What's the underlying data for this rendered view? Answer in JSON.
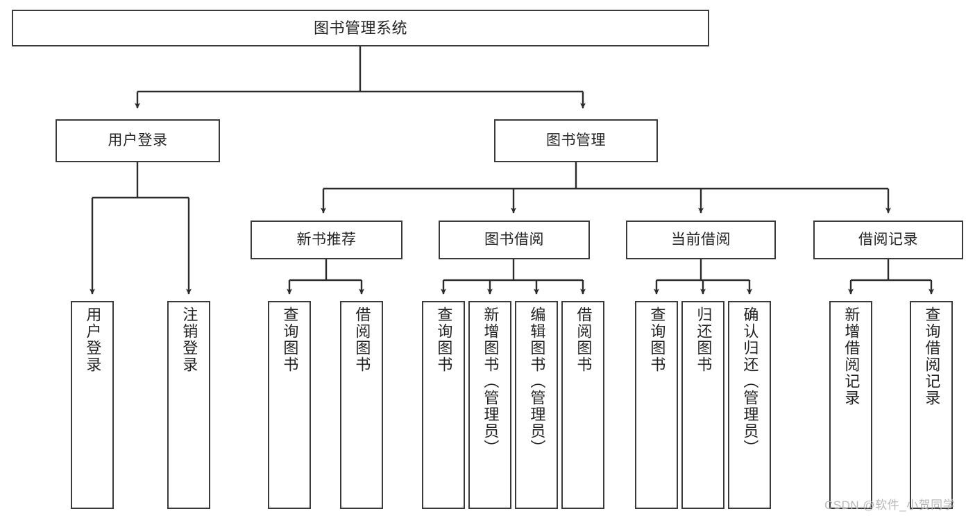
{
  "diagram": {
    "type": "hierarchy-tree",
    "title": "图书管理系统",
    "watermark": "CSDN @软件_小贺同学",
    "colors": {
      "node_border": "#3a3a3a",
      "node_fill": "#ffffff",
      "edge": "#2b2b2b",
      "text": "#232323",
      "watermark": "#b8b8b8"
    },
    "levels": {
      "level1": [
        {
          "id": "root",
          "label": "图书管理系统"
        }
      ],
      "level2": [
        {
          "id": "user-login",
          "label": "用户登录",
          "parent": "root"
        },
        {
          "id": "book-manage",
          "label": "图书管理",
          "parent": "root"
        }
      ],
      "level3": [
        {
          "id": "new-book-recommend",
          "label": "新书推荐",
          "parent": "book-manage"
        },
        {
          "id": "book-borrow",
          "label": "图书借阅",
          "parent": "book-manage"
        },
        {
          "id": "current-borrow",
          "label": "当前借阅",
          "parent": "book-manage"
        },
        {
          "id": "borrow-record",
          "label": "借阅记录",
          "parent": "book-manage"
        }
      ],
      "leaves": [
        {
          "id": "leaf-user-login",
          "label": "用户登录",
          "parent": "user-login"
        },
        {
          "id": "leaf-logout-login",
          "label": "注销登录",
          "parent": "user-login"
        },
        {
          "id": "leaf-query-book-1",
          "label": "查询图书",
          "parent": "new-book-recommend"
        },
        {
          "id": "leaf-borrow-book-1",
          "label": "借阅图书",
          "parent": "new-book-recommend"
        },
        {
          "id": "leaf-query-book-2",
          "label": "查询图书",
          "parent": "book-borrow"
        },
        {
          "id": "leaf-add-book",
          "label": "新增图书（管理员）",
          "parent": "book-borrow"
        },
        {
          "id": "leaf-edit-book",
          "label": "编辑图书（管理员）",
          "parent": "book-borrow"
        },
        {
          "id": "leaf-borrow-book-2",
          "label": "借阅图书",
          "parent": "book-borrow"
        },
        {
          "id": "leaf-query-book-3",
          "label": "查询图书",
          "parent": "current-borrow"
        },
        {
          "id": "leaf-return-book",
          "label": "归还图书",
          "parent": "current-borrow"
        },
        {
          "id": "leaf-confirm-return",
          "label": "确认归还（管理员）",
          "parent": "current-borrow"
        },
        {
          "id": "leaf-add-record",
          "label": "新增借阅记录",
          "parent": "borrow-record"
        },
        {
          "id": "leaf-query-record",
          "label": "查询借阅记录",
          "parent": "borrow-record"
        }
      ]
    }
  }
}
